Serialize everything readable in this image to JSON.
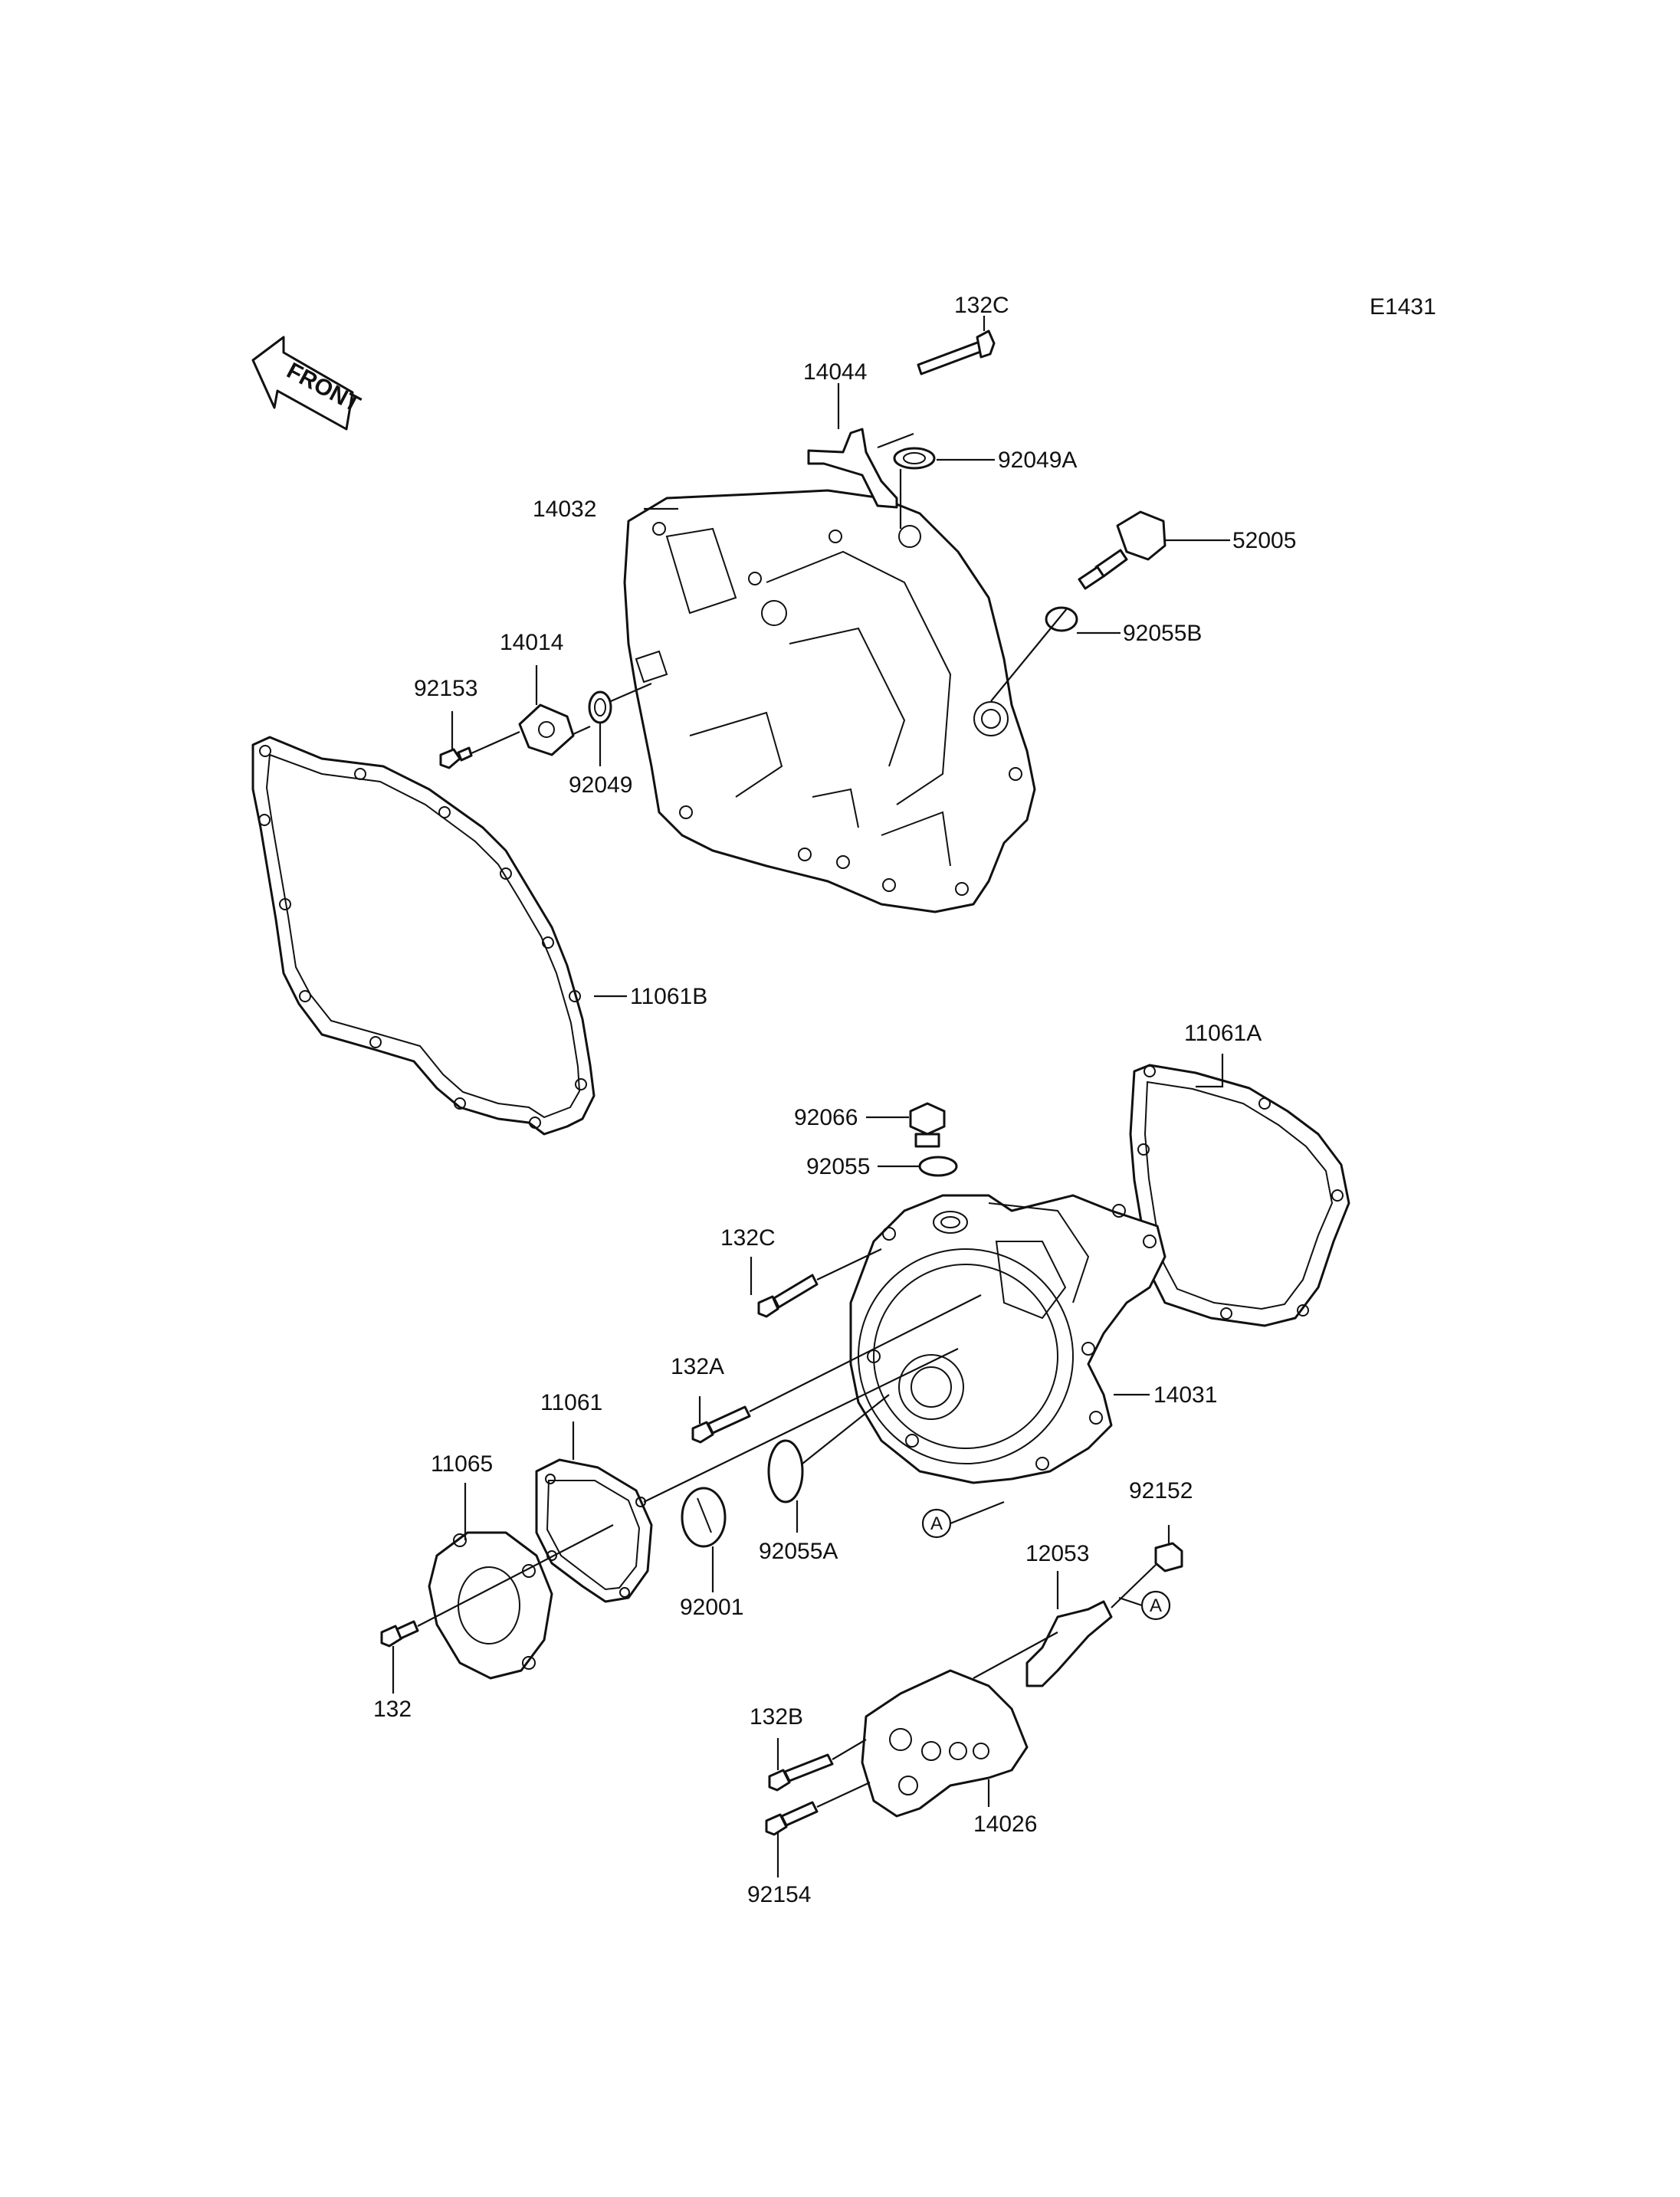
{
  "diagram_code": "E1431",
  "front_arrow_label": "FRONT",
  "reference_marker": "A",
  "callouts": {
    "c132C_top": "132C",
    "c14044": "14044",
    "c92049A": "92049A",
    "c14032": "14032",
    "c52005": "52005",
    "c92055B": "92055B",
    "c14014": "14014",
    "c92153": "92153",
    "c92049": "92049",
    "c11061B": "11061B",
    "c11061A": "11061A",
    "c92066": "92066",
    "c92055": "92055",
    "c132C_mid": "132C",
    "c132A": "132A",
    "c14031": "14031",
    "c11061": "11061",
    "c11065": "11065",
    "c92055A": "92055A",
    "c92001": "92001",
    "c92152": "92152",
    "c12053": "12053",
    "c132": "132",
    "c132B": "132B",
    "c14026": "14026",
    "c92154": "92154"
  }
}
